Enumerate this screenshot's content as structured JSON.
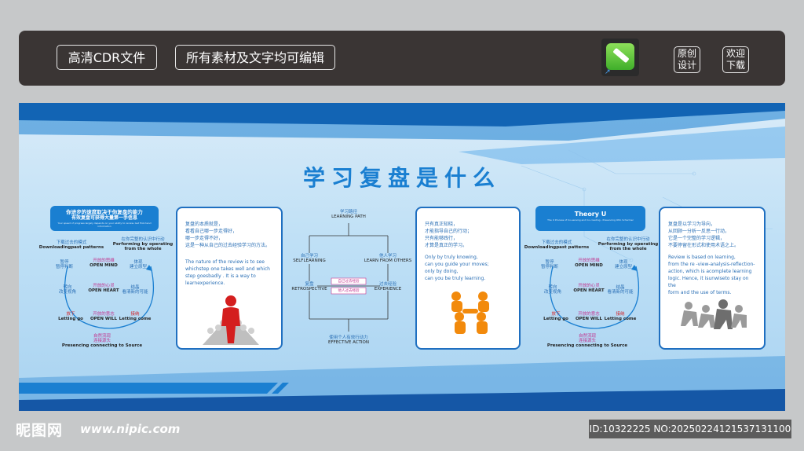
{
  "toolbar": {
    "btn_cdr": "高清CDR文件",
    "btn_edit": "所有素材及文字均可编辑",
    "btn_original_1": "原创",
    "btn_original_2": "设计",
    "btn_download_1": "欢迎",
    "btn_download_2": "下载"
  },
  "board": {
    "title": "学习复盘是什么",
    "left_panel": {
      "header_1": "你进步的速度取决于你复盘的能力",
      "header_2": "有效复盘可获得大量第一手信息",
      "header_3": "Your speed of progress largely depends on your ability to review. Get first-hand information",
      "labels": {
        "downloading_cn": "下载过去的模式",
        "downloading_en": "Downloadingpast patterns",
        "performing_cn": "在你完整的认识中行动",
        "performing_en_1": "Performing by operating",
        "performing_en_2": "from the whole",
        "suspending_cn_1": "暂停",
        "suspending_cn_2": "暂停判断",
        "open_mind_cn": "开放的思维",
        "open_mind_en": "OPEN MIND",
        "enacting_cn_1": "体现",
        "enacting_cn_2": "建立原型",
        "redirecting_cn_1": "转向",
        "redirecting_cn_2": "改变视角",
        "open_heart_cn": "开放的心灵",
        "open_heart_en": "OPEN HEART",
        "crystallizing_cn_1": "结晶",
        "crystallizing_cn_2": "看清新的可能",
        "letting_go_cn": "放下",
        "letting_go_en": "Letting go",
        "open_will_cn": "开放的意志",
        "open_will_en": "OPEN WILL",
        "letting_come_cn": "接纳",
        "letting_come_en": "Letting come",
        "presencing_cn_1": "自然流现",
        "presencing_cn_2": "连接源头",
        "presencing_en": "Presencing connecting to Source"
      }
    },
    "card1": {
      "cn_1": "复盘的本质就是，",
      "cn_2": "看看自己哪一步走得好，",
      "cn_3": "哪一步走得不好，",
      "cn_4": "这是一种从自己的过去经验学习的方法。",
      "en_1": "The nature of the review is to see",
      "en_2": "whichstep one takes well and which",
      "en_3": "step goesbadly . It is a way to",
      "en_4": "learnexperience."
    },
    "middle": {
      "path_cn": "学习路径",
      "path_en": "LEARNING PATH",
      "self_cn": "自己学习",
      "self_en": "SELFLEARNING",
      "others_cn": "他人学习",
      "others_en": "LEARN FROM OTHERS",
      "box_self": "自己过去经验",
      "box_others": "他人过去经验",
      "retro_cn": "复盘",
      "retro_en": "RETROSPECTIVE",
      "exp_cn": "过去经验",
      "exp_en": "EXPERIENCE",
      "action_cn": "使用个人有效行动力",
      "action_en": "EFFECTIVE ACTION"
    },
    "card2": {
      "cn_1": "只有真正知晓，",
      "cn_2": "才能指导自己的行动；",
      "cn_3": "只有能够践行，",
      "cn_4": "才算是真正的学习。",
      "en_1": "Only by truly knowing,",
      "en_2": "can you guide your moves;",
      "en_3": "only by doing,",
      "en_4": "can you be truly learning."
    },
    "right_panel": {
      "header_1": "Theory U",
      "header_2": "The U Process of Co-sensing and Co-creating - Presencing Otto Scharmer"
    },
    "card3": {
      "cn_1": "复盘是以学习为导向，",
      "cn_2": "从回顾一分析一反思一行动，",
      "cn_3": "它是一个完整的学习逻辑，",
      "cn_4": "不要停留在形式和使用术语之上。",
      "en_1": "Review is based on learning,",
      "en_2": "from the re -view-analysis-reflection-",
      "en_3": "action, which is acomplete learning",
      "en_4": "logic. Hence, it isunwiseto stay on the",
      "en_5": "form and the use of terms."
    }
  },
  "footer": {
    "logo": "昵图网",
    "url": "www.nipic.com",
    "id": "ID:10322225 NO:20250224121537131100"
  },
  "colors": {
    "primary_blue": "#1a7fd1",
    "dark_blue": "#1f6fc0",
    "topbar": "#3a3534"
  }
}
